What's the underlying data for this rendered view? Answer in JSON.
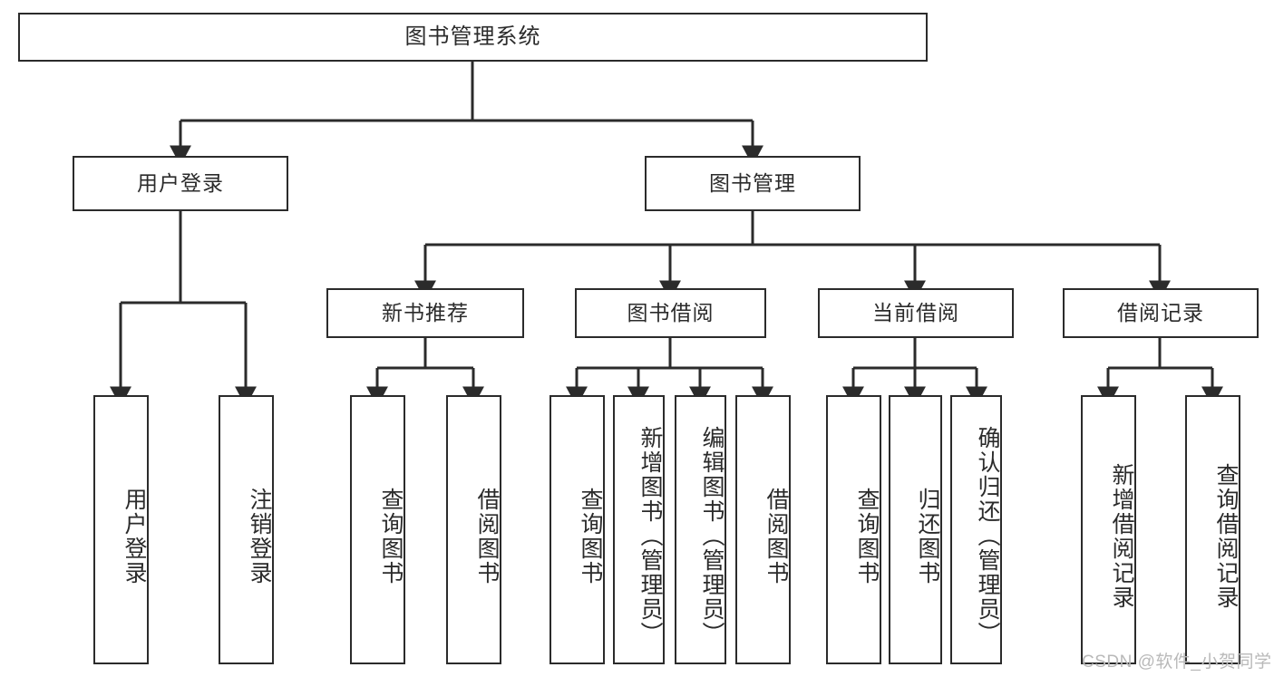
{
  "diagram": {
    "type": "tree",
    "title": "图书管理系统",
    "theme": {
      "background": "#ffffff",
      "node_border": "#2b2b2b",
      "node_fill": "#ffffff",
      "edge": "#2b2b2b",
      "text": "#2b2b2b",
      "watermark": "#b9b9b9"
    },
    "root": {
      "label": "图书管理系统"
    },
    "level2": [
      {
        "label": "用户登录"
      },
      {
        "label": "图书管理"
      }
    ],
    "level3": [
      {
        "label": "新书推荐"
      },
      {
        "label": "图书借阅"
      },
      {
        "label": "当前借阅"
      },
      {
        "label": "借阅记录"
      }
    ],
    "leaves": {
      "user_login": [
        {
          "label": "用户登录"
        },
        {
          "label": "注销登录"
        }
      ],
      "new_book": [
        {
          "label": "查询图书"
        },
        {
          "label": "借阅图书"
        }
      ],
      "book_borrow": [
        {
          "label": "查询图书"
        },
        {
          "label": "新增图书（管理员）"
        },
        {
          "label": "编辑图书（管理员）"
        },
        {
          "label": "借阅图书"
        }
      ],
      "current_borrow": [
        {
          "label": "查询图书"
        },
        {
          "label": "归还图书"
        },
        {
          "label": "确认归还（管理员）"
        }
      ],
      "borrow_record": [
        {
          "label": "新增借阅记录"
        },
        {
          "label": "查询借阅记录"
        }
      ]
    }
  },
  "watermark": {
    "text": "CSDN @软件_小贺同学"
  }
}
